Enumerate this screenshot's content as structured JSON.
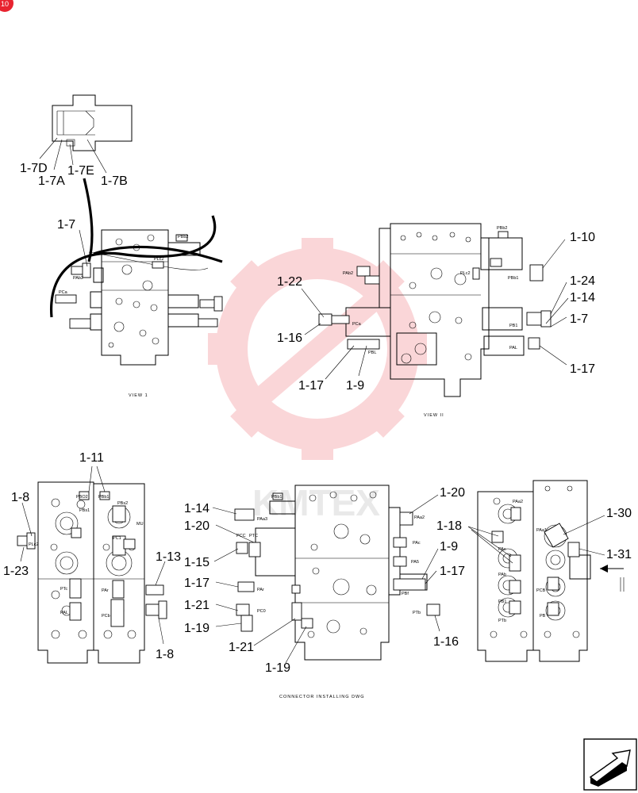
{
  "page_marker": "10",
  "captions": {
    "view_1": "VIEW 1",
    "view_2": "VIEW II",
    "connector": "CONNECTOR INSTALLING DWG"
  },
  "watermark": "KMTEX",
  "detail_labels": [
    "1-7D",
    "1-7A",
    "1-7E",
    "1-7B"
  ],
  "view1": {
    "callout": "1-7",
    "ports": [
      "PBb2",
      "PLc2",
      "PAb2",
      "PCa"
    ]
  },
  "view2": {
    "callouts": [
      "1-22",
      "1-16",
      "1-17",
      "1-9",
      "1-10",
      "1-24",
      "1-14",
      "1-7",
      "1-17"
    ],
    "ports": [
      "PBb2",
      "PAb2",
      "PLc2",
      "PBb1",
      "PCa",
      "PBL",
      "PB1",
      "PAL"
    ]
  },
  "left_view": {
    "callouts": [
      "1-11",
      "1-8",
      "1-23",
      "1-13",
      "1-8"
    ],
    "ports": [
      "PBO2",
      "PBb1",
      "PBs2",
      "PBs1",
      "MU",
      "PLc2",
      "PC1",
      "PTc",
      "PAr",
      "PAL",
      "PCb"
    ]
  },
  "center_view": {
    "callouts": [
      "1-14",
      "1-20",
      "1-15",
      "1-17",
      "1-21",
      "1-19",
      "1-21",
      "1-19",
      "1-20",
      "1-9",
      "1-17",
      "1-16"
    ],
    "ports": [
      "PBb1",
      "PAa3",
      "PCC",
      "PTC",
      "PAr",
      "PC0",
      "PAa2",
      "PAc",
      "PA5",
      "PBf",
      "PTb"
    ]
  },
  "right_view": {
    "callouts": [
      "1-18",
      "1-30",
      "1-31"
    ],
    "ports": [
      "PAa2",
      "PAa1",
      "PAc",
      "PAb",
      "PB1",
      "PCB",
      "PTb",
      "PB"
    ]
  }
}
